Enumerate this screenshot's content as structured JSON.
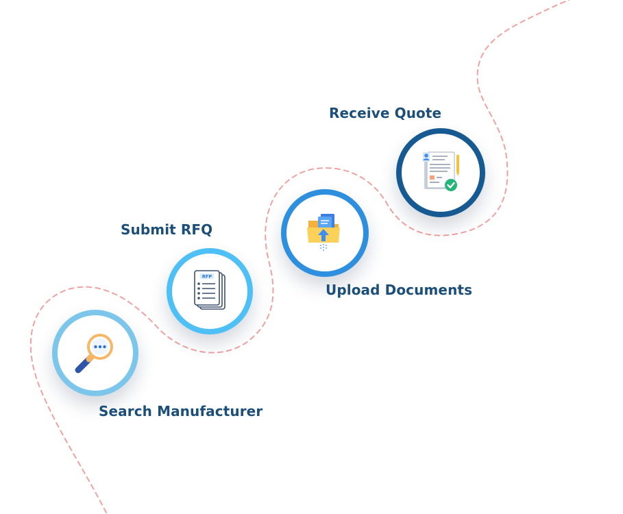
{
  "steps": [
    {
      "label": "Search Manufacturer",
      "icon": "magnifier-icon",
      "ring_color": "#7cc6ec"
    },
    {
      "label": "Submit RFQ",
      "icon": "rfq-document-icon",
      "ring_color": "#4fc0f6",
      "icon_text": "RFP"
    },
    {
      "label": "Upload Documents",
      "icon": "folder-upload-icon",
      "ring_color": "#2d8fdd"
    },
    {
      "label": "Receive Quote",
      "icon": "approved-quote-icon",
      "ring_color": "#175a92"
    }
  ],
  "colors": {
    "label_text": "#1b4f7a",
    "dashed_path": "#f1a1a1"
  }
}
